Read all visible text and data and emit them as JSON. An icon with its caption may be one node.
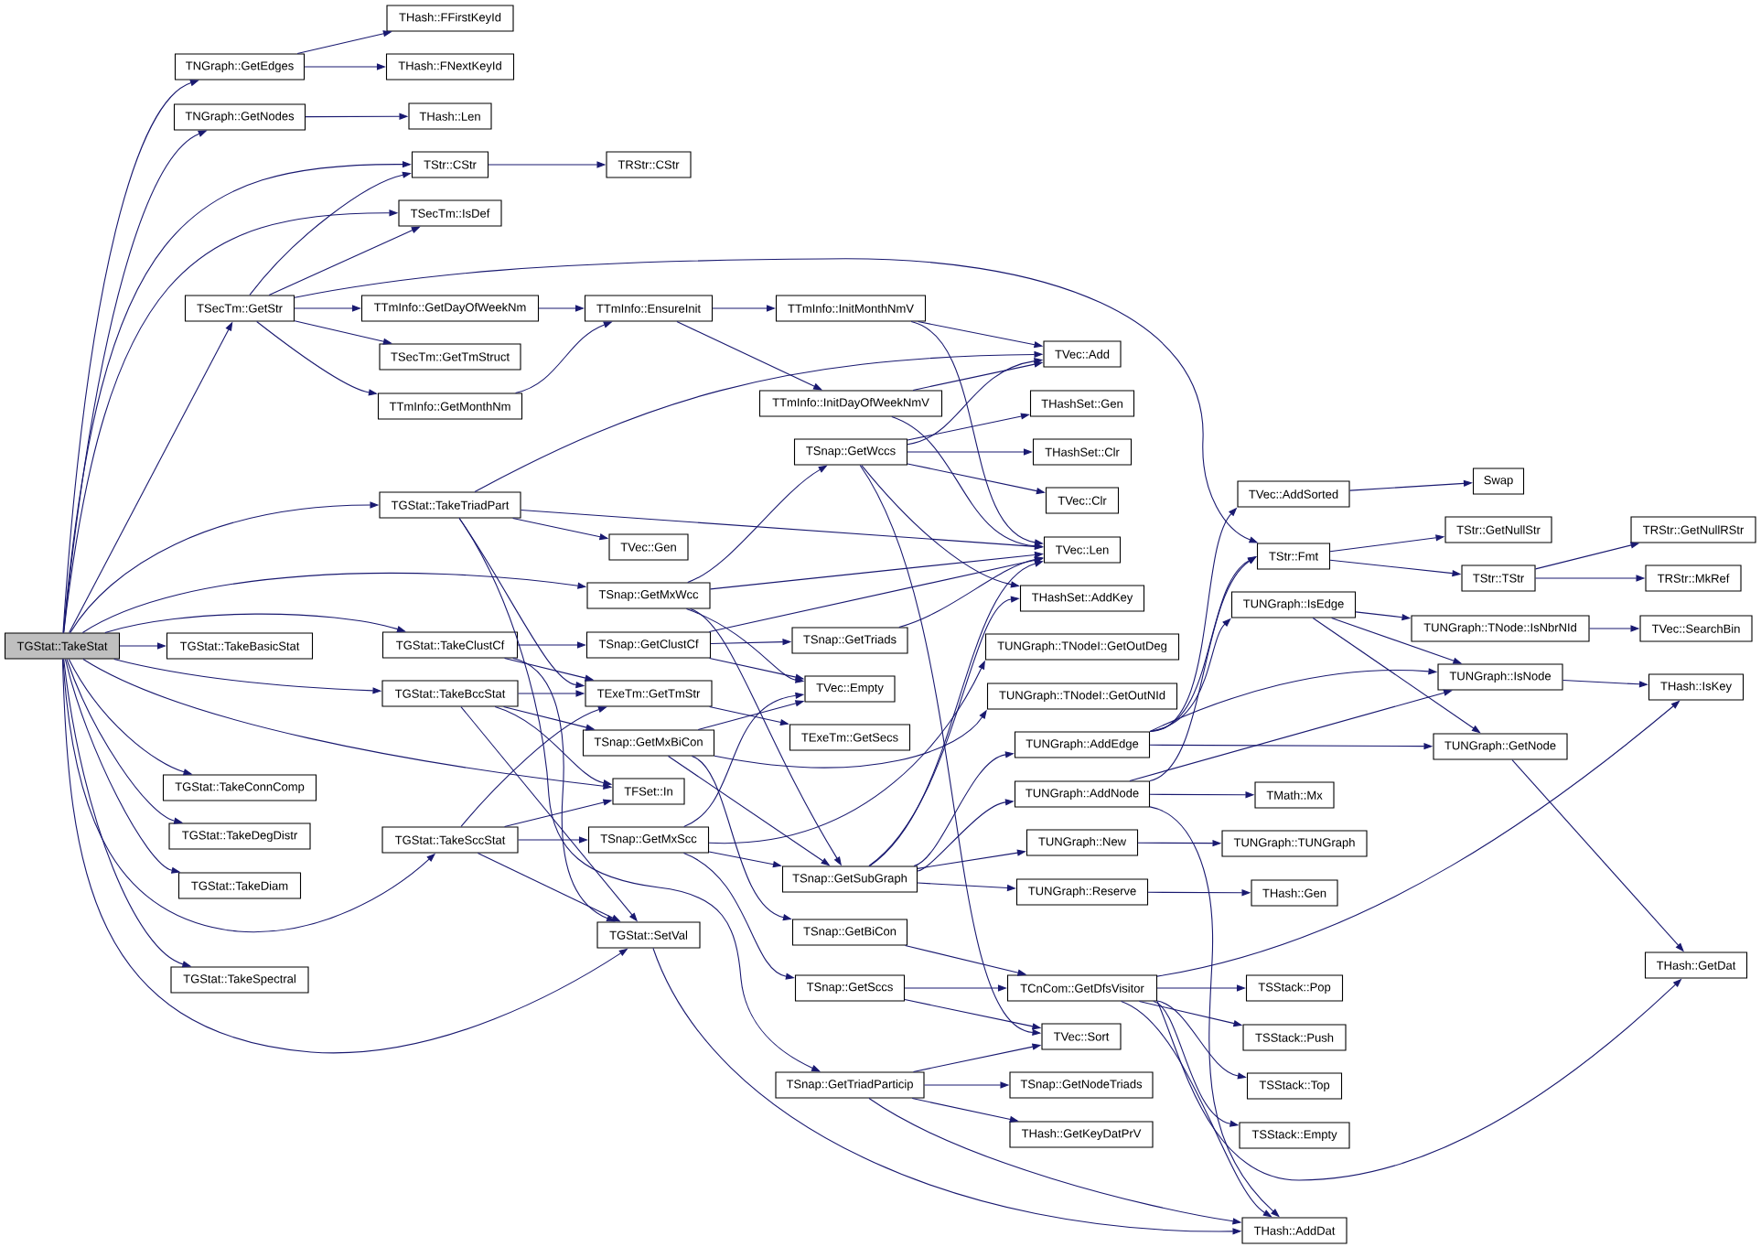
{
  "diagram": {
    "nodes": [
      {
        "text": [
          "TGStat::TakeStat"
        ]
      },
      {
        "text": [
          "TNGraph::GetEdges"
        ]
      },
      {
        "text": [
          "TNGraph::GetNodes"
        ]
      },
      {
        "text": [
          "TSecTm::GetStr"
        ]
      },
      {
        "text": [
          "TGStat::TakeBasicStat"
        ]
      },
      {
        "text": [
          "TGStat::TakeConnComp"
        ]
      },
      {
        "text": [
          "TGStat::TakeDegDistr"
        ]
      },
      {
        "text": [
          "TGStat::TakeDiam"
        ]
      },
      {
        "text": [
          "TGStat::TakeSpectral"
        ]
      },
      {
        "text": [
          "THash::FFirstKeyId"
        ]
      },
      {
        "text": [
          "THash::FNextKeyId"
        ]
      },
      {
        "text": [
          "THash::Len"
        ]
      },
      {
        "text": [
          "TStr::CStr"
        ]
      },
      {
        "text": [
          "TSecTm::IsDef"
        ]
      },
      {
        "text": [
          "TTmInfo::GetDayOfWeekNm"
        ]
      },
      {
        "text": [
          "TSecTm::GetTmStruct"
        ]
      },
      {
        "text": [
          "TTmInfo::GetMonthNm"
        ]
      },
      {
        "text": [
          "TGStat::TakeTriadPart"
        ]
      },
      {
        "text": [
          "TGStat::TakeClustCf"
        ]
      },
      {
        "text": [
          "TGStat::TakeBccStat"
        ]
      },
      {
        "text": [
          "TGStat::TakeSccStat"
        ]
      },
      {
        "text": [
          "TRStr::CStr"
        ]
      },
      {
        "text": [
          "TTmInfo::EnsureInit"
        ]
      },
      {
        "text": [
          "TVec::Gen"
        ]
      },
      {
        "text": [
          "TSnap::GetMxWcc"
        ]
      },
      {
        "text": [
          "TSnap::GetClustCf"
        ]
      },
      {
        "text": [
          "TExeTm::GetTmStr"
        ]
      },
      {
        "text": [
          "TSnap::GetMxBiCon"
        ]
      },
      {
        "text": [
          "TFSet::In"
        ]
      },
      {
        "text": [
          "TSnap::GetMxScc"
        ]
      },
      {
        "text": [
          "TGStat::SetVal"
        ]
      },
      {
        "text": [
          "TTmInfo::InitMonthNmV"
        ]
      },
      {
        "text": [
          "TTmInfo::InitDayOfWeekNmV"
        ]
      },
      {
        "text": [
          "TSnap::GetWccs"
        ]
      },
      {
        "text": [
          "TSnap::GetTriads"
        ]
      },
      {
        "text": [
          "TVec::Empty"
        ]
      },
      {
        "text": [
          "TExeTm::GetSecs"
        ]
      },
      {
        "text": [
          "TSnap::GetSubGraph"
        ]
      },
      {
        "text": [
          "TSnap::GetBiCon"
        ]
      },
      {
        "text": [
          "TSnap::GetSccs"
        ]
      },
      {
        "text": [
          "TSnap::GetTriadParticip"
        ]
      },
      {
        "text": [
          "TVec::Add"
        ]
      },
      {
        "text": [
          "THashSet::Gen"
        ]
      },
      {
        "text": [
          "THashSet::Clr"
        ]
      },
      {
        "text": [
          "TVec::Clr"
        ]
      },
      {
        "text": [
          "TVec::Len"
        ]
      },
      {
        "text": [
          "THashSet::AddKey"
        ]
      },
      {
        "text": [
          "TUNGraph::TNodeI::GetOutDeg"
        ]
      },
      {
        "text": [
          "TUNGraph::TNodeI::GetOutNId"
        ]
      },
      {
        "text": [
          "TUNGraph::AddEdge"
        ]
      },
      {
        "text": [
          "TUNGraph::AddNode"
        ]
      },
      {
        "text": [
          "TUNGraph::New"
        ]
      },
      {
        "text": [
          "TUNGraph::Reserve"
        ]
      },
      {
        "text": [
          "TCnCom::GetDfsVisitor"
        ]
      },
      {
        "text": [
          "TVec::Sort"
        ]
      },
      {
        "text": [
          "TSnap::GetNodeTriads"
        ]
      },
      {
        "text": [
          "THash::GetKeyDatPrV"
        ]
      },
      {
        "text": [
          "TVec::AddSorted"
        ]
      },
      {
        "text": [
          "TStr::Fmt"
        ]
      },
      {
        "text": [
          "TUNGraph::IsEdge"
        ]
      },
      {
        "text": [
          "TMath::Mx"
        ]
      },
      {
        "text": [
          "TUNGraph::TUNGraph"
        ]
      },
      {
        "text": [
          "THash::Gen"
        ]
      },
      {
        "text": [
          "TSStack::Pop"
        ]
      },
      {
        "text": [
          "TSStack::Push"
        ]
      },
      {
        "text": [
          "TSStack::Top"
        ]
      },
      {
        "text": [
          "TSStack::Empty"
        ]
      },
      {
        "text": [
          "THash::AddDat"
        ]
      },
      {
        "text": [
          "Swap"
        ]
      },
      {
        "text": [
          "TStr::GetNullStr"
        ]
      },
      {
        "text": [
          "TStr::TStr"
        ]
      },
      {
        "text": [
          "TUNGraph::TNode::IsNbrNId"
        ]
      },
      {
        "text": [
          "TUNGraph::IsNode"
        ]
      },
      {
        "text": [
          "TUNGraph::GetNode"
        ]
      },
      {
        "text": [
          "TRStr::GetNullRStr"
        ]
      },
      {
        "text": [
          "TRStr::MkRef"
        ]
      },
      {
        "text": [
          "TVec::SearchBin"
        ]
      },
      {
        "text": [
          "THash::IsKey"
        ]
      },
      {
        "text": [
          "THash::GetDat"
        ]
      }
    ],
    "edges": [
      {
        "from": 0,
        "to": 1,
        "arrow": "to"
      },
      {
        "from": 0,
        "to": 2,
        "arrow": "to"
      },
      {
        "from": 0,
        "to": 12,
        "arrow": "to"
      },
      {
        "from": 0,
        "to": 13,
        "arrow": "to"
      },
      {
        "from": 0,
        "to": 3,
        "arrow": "to"
      },
      {
        "from": 0,
        "to": 17,
        "arrow": "to"
      },
      {
        "from": 0,
        "to": 24,
        "arrow": "to"
      },
      {
        "from": 0,
        "to": 18,
        "arrow": "to"
      },
      {
        "from": 0,
        "to": 4,
        "arrow": "to"
      },
      {
        "from": 0,
        "to": 19,
        "arrow": "to"
      },
      {
        "from": 0,
        "to": 28,
        "arrow": "to"
      },
      {
        "from": 0,
        "to": 5,
        "arrow": "to"
      },
      {
        "from": 0,
        "to": 6,
        "arrow": "to"
      },
      {
        "from": 0,
        "to": 7,
        "arrow": "to"
      },
      {
        "from": 0,
        "to": 20,
        "arrow": "to"
      },
      {
        "from": 0,
        "to": 8,
        "arrow": "to"
      },
      {
        "from": 0,
        "to": 30,
        "arrow": "to"
      },
      {
        "from": 1,
        "to": 9,
        "arrow": "to"
      },
      {
        "from": 1,
        "to": 10,
        "arrow": "to"
      },
      {
        "from": 2,
        "to": 11,
        "arrow": "to"
      },
      {
        "from": 12,
        "to": 21,
        "arrow": "to"
      },
      {
        "from": 3,
        "to": 12,
        "arrow": "to"
      },
      {
        "from": 3,
        "to": 13,
        "arrow": "to"
      },
      {
        "from": 3,
        "to": 58,
        "arrow": "to"
      },
      {
        "from": 3,
        "to": 14,
        "arrow": "to"
      },
      {
        "from": 3,
        "to": 15,
        "arrow": "to"
      },
      {
        "from": 3,
        "to": 16,
        "arrow": "to"
      },
      {
        "from": 14,
        "to": 22,
        "arrow": "to"
      },
      {
        "from": 16,
        "to": 22,
        "arrow": "to"
      },
      {
        "from": 22,
        "to": 31,
        "arrow": "to"
      },
      {
        "from": 22,
        "to": 32,
        "arrow": "to"
      },
      {
        "from": 31,
        "to": 41,
        "arrow": "to"
      },
      {
        "from": 31,
        "to": 45,
        "arrow": "to"
      },
      {
        "from": 32,
        "to": 41,
        "arrow": "to"
      },
      {
        "from": 32,
        "to": 45,
        "arrow": "to"
      },
      {
        "from": 17,
        "to": 41,
        "arrow": "to"
      },
      {
        "from": 17,
        "to": 45,
        "arrow": "to"
      },
      {
        "from": 17,
        "to": 23,
        "arrow": "to"
      },
      {
        "from": 17,
        "to": 26,
        "arrow": "to"
      },
      {
        "from": 17,
        "to": 40,
        "arrow": "to"
      },
      {
        "from": 18,
        "to": 25,
        "arrow": "to"
      },
      {
        "from": 18,
        "to": 26,
        "arrow": "to"
      },
      {
        "from": 18,
        "to": 30,
        "arrow": "to"
      },
      {
        "from": 19,
        "to": 26,
        "arrow": "to"
      },
      {
        "from": 19,
        "to": 27,
        "arrow": "to"
      },
      {
        "from": 19,
        "to": 28,
        "arrow": "to"
      },
      {
        "from": 19,
        "to": 30,
        "arrow": "to"
      },
      {
        "from": 20,
        "to": 26,
        "arrow": "to"
      },
      {
        "from": 20,
        "to": 28,
        "arrow": "to"
      },
      {
        "from": 20,
        "to": 29,
        "arrow": "to"
      },
      {
        "from": 20,
        "to": 30,
        "arrow": "to"
      },
      {
        "from": 24,
        "to": 33,
        "arrow": "to"
      },
      {
        "from": 24,
        "to": 45,
        "arrow": "to"
      },
      {
        "from": 24,
        "to": 35,
        "arrow": "to"
      },
      {
        "from": 24,
        "to": 37,
        "arrow": "to"
      },
      {
        "from": 25,
        "to": 34,
        "arrow": "to"
      },
      {
        "from": 25,
        "to": 35,
        "arrow": "to"
      },
      {
        "from": 25,
        "to": 45,
        "arrow": "to"
      },
      {
        "from": 26,
        "to": 36,
        "arrow": "to"
      },
      {
        "from": 27,
        "to": 35,
        "arrow": "to"
      },
      {
        "from": 27,
        "to": 37,
        "arrow": "to"
      },
      {
        "from": 27,
        "to": 38,
        "arrow": "to"
      },
      {
        "from": 27,
        "to": 48,
        "arrow": "to"
      },
      {
        "from": 29,
        "to": 35,
        "arrow": "to"
      },
      {
        "from": 29,
        "to": 47,
        "arrow": "to"
      },
      {
        "from": 29,
        "to": 37,
        "arrow": "to"
      },
      {
        "from": 29,
        "to": 39,
        "arrow": "to"
      },
      {
        "from": 30,
        "to": 67,
        "arrow": "to"
      },
      {
        "from": 33,
        "to": 41,
        "arrow": "to"
      },
      {
        "from": 33,
        "to": 42,
        "arrow": "to"
      },
      {
        "from": 33,
        "to": 43,
        "arrow": "to"
      },
      {
        "from": 33,
        "to": 44,
        "arrow": "to"
      },
      {
        "from": 33,
        "to": 46,
        "arrow": "to"
      },
      {
        "from": 33,
        "to": 54,
        "arrow": "to"
      },
      {
        "from": 34,
        "to": 45,
        "arrow": "to"
      },
      {
        "from": 37,
        "to": 45,
        "arrow": "to"
      },
      {
        "from": 37,
        "to": 46,
        "arrow": "to"
      },
      {
        "from": 37,
        "to": 49,
        "arrow": "to"
      },
      {
        "from": 37,
        "to": 50,
        "arrow": "to"
      },
      {
        "from": 37,
        "to": 51,
        "arrow": "to"
      },
      {
        "from": 37,
        "to": 52,
        "arrow": "to"
      },
      {
        "from": 38,
        "to": 53,
        "arrow": "to"
      },
      {
        "from": 39,
        "to": 53,
        "arrow": "to"
      },
      {
        "from": 39,
        "to": 54,
        "arrow": "to"
      },
      {
        "from": 40,
        "to": 54,
        "arrow": "to"
      },
      {
        "from": 40,
        "to": 55,
        "arrow": "to"
      },
      {
        "from": 40,
        "to": 56,
        "arrow": "to"
      },
      {
        "from": 40,
        "to": 67,
        "arrow": "to"
      },
      {
        "from": 49,
        "to": 57,
        "arrow": "to"
      },
      {
        "from": 49,
        "to": 58,
        "arrow": "to"
      },
      {
        "from": 49,
        "to": 59,
        "arrow": "to"
      },
      {
        "from": 49,
        "to": 72,
        "arrow": "to"
      },
      {
        "from": 49,
        "to": 73,
        "arrow": "to"
      },
      {
        "from": 50,
        "to": 58,
        "arrow": "to"
      },
      {
        "from": 50,
        "to": 72,
        "arrow": "to"
      },
      {
        "from": 50,
        "to": 60,
        "arrow": "to"
      },
      {
        "from": 50,
        "to": 67,
        "arrow": "to"
      },
      {
        "from": 51,
        "to": 61,
        "arrow": "to"
      },
      {
        "from": 52,
        "to": 62,
        "arrow": "to"
      },
      {
        "from": 53,
        "to": 77,
        "arrow": "to"
      },
      {
        "from": 53,
        "to": 63,
        "arrow": "to"
      },
      {
        "from": 53,
        "to": 64,
        "arrow": "to"
      },
      {
        "from": 53,
        "to": 65,
        "arrow": "to"
      },
      {
        "from": 53,
        "to": 66,
        "arrow": "to"
      },
      {
        "from": 53,
        "to": 67,
        "arrow": "to"
      },
      {
        "from": 53,
        "to": 78,
        "arrow": "to"
      },
      {
        "from": 57,
        "to": 68,
        "arrow": "to"
      },
      {
        "from": 58,
        "to": 69,
        "arrow": "to"
      },
      {
        "from": 58,
        "to": 70,
        "arrow": "to"
      },
      {
        "from": 70,
        "to": 74,
        "arrow": "to"
      },
      {
        "from": 70,
        "to": 75,
        "arrow": "to"
      },
      {
        "from": 59,
        "to": 71,
        "arrow": "to"
      },
      {
        "from": 59,
        "to": 72,
        "arrow": "to"
      },
      {
        "from": 59,
        "to": 73,
        "arrow": "to"
      },
      {
        "from": 71,
        "to": 76,
        "arrow": "to"
      },
      {
        "from": 72,
        "to": 77,
        "arrow": "to"
      },
      {
        "from": 73,
        "to": 78,
        "arrow": "to"
      }
    ]
  }
}
